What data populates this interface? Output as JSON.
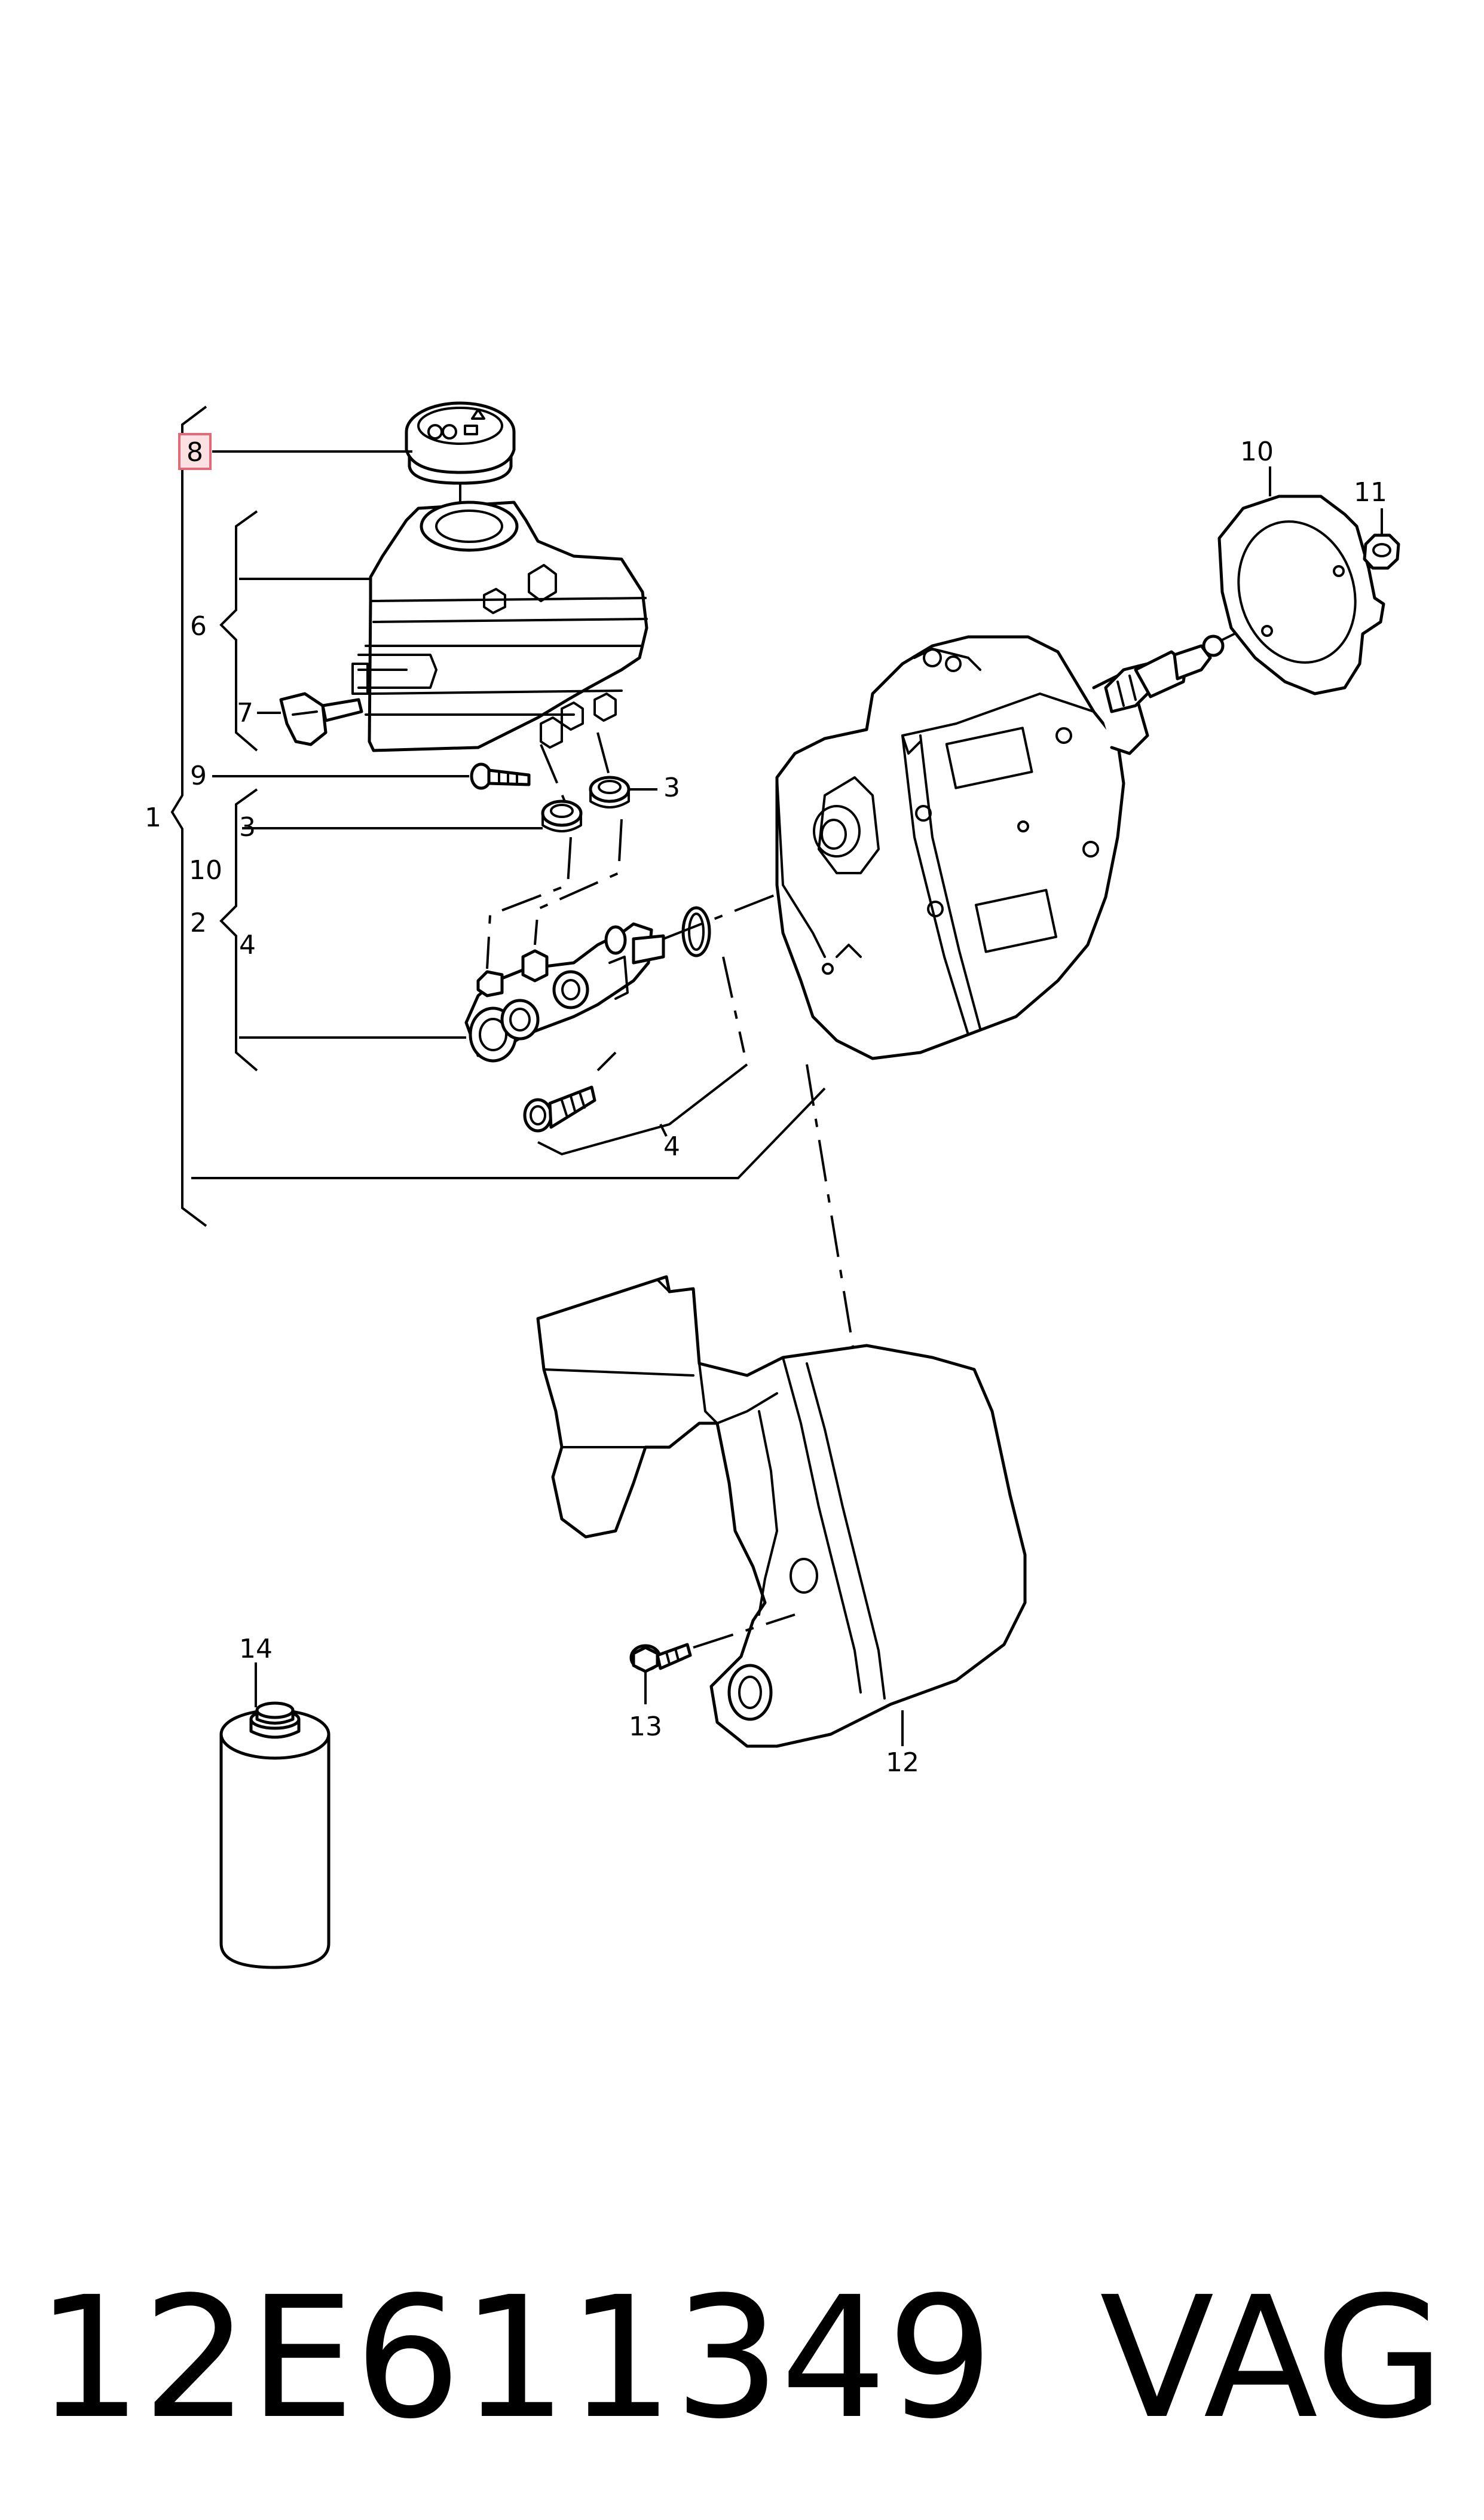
{
  "callouts": {
    "c1": "1",
    "c2": "2",
    "c3a": "3",
    "c3b": "3",
    "c4a": "4",
    "c4b": "4",
    "c6": "6",
    "c7": "7",
    "c8": "8",
    "c9": "9",
    "c10a": "10",
    "c10b": "10",
    "c11": "11",
    "c12": "12",
    "c13": "13",
    "c14": "14"
  },
  "highlighted_callout": "8",
  "colors": {
    "line": "#000000",
    "highlight_fill": "#fde0e2",
    "highlight_border": "#e06a78"
  },
  "footer": {
    "part_number": "12E611349",
    "brand": "VAG"
  }
}
